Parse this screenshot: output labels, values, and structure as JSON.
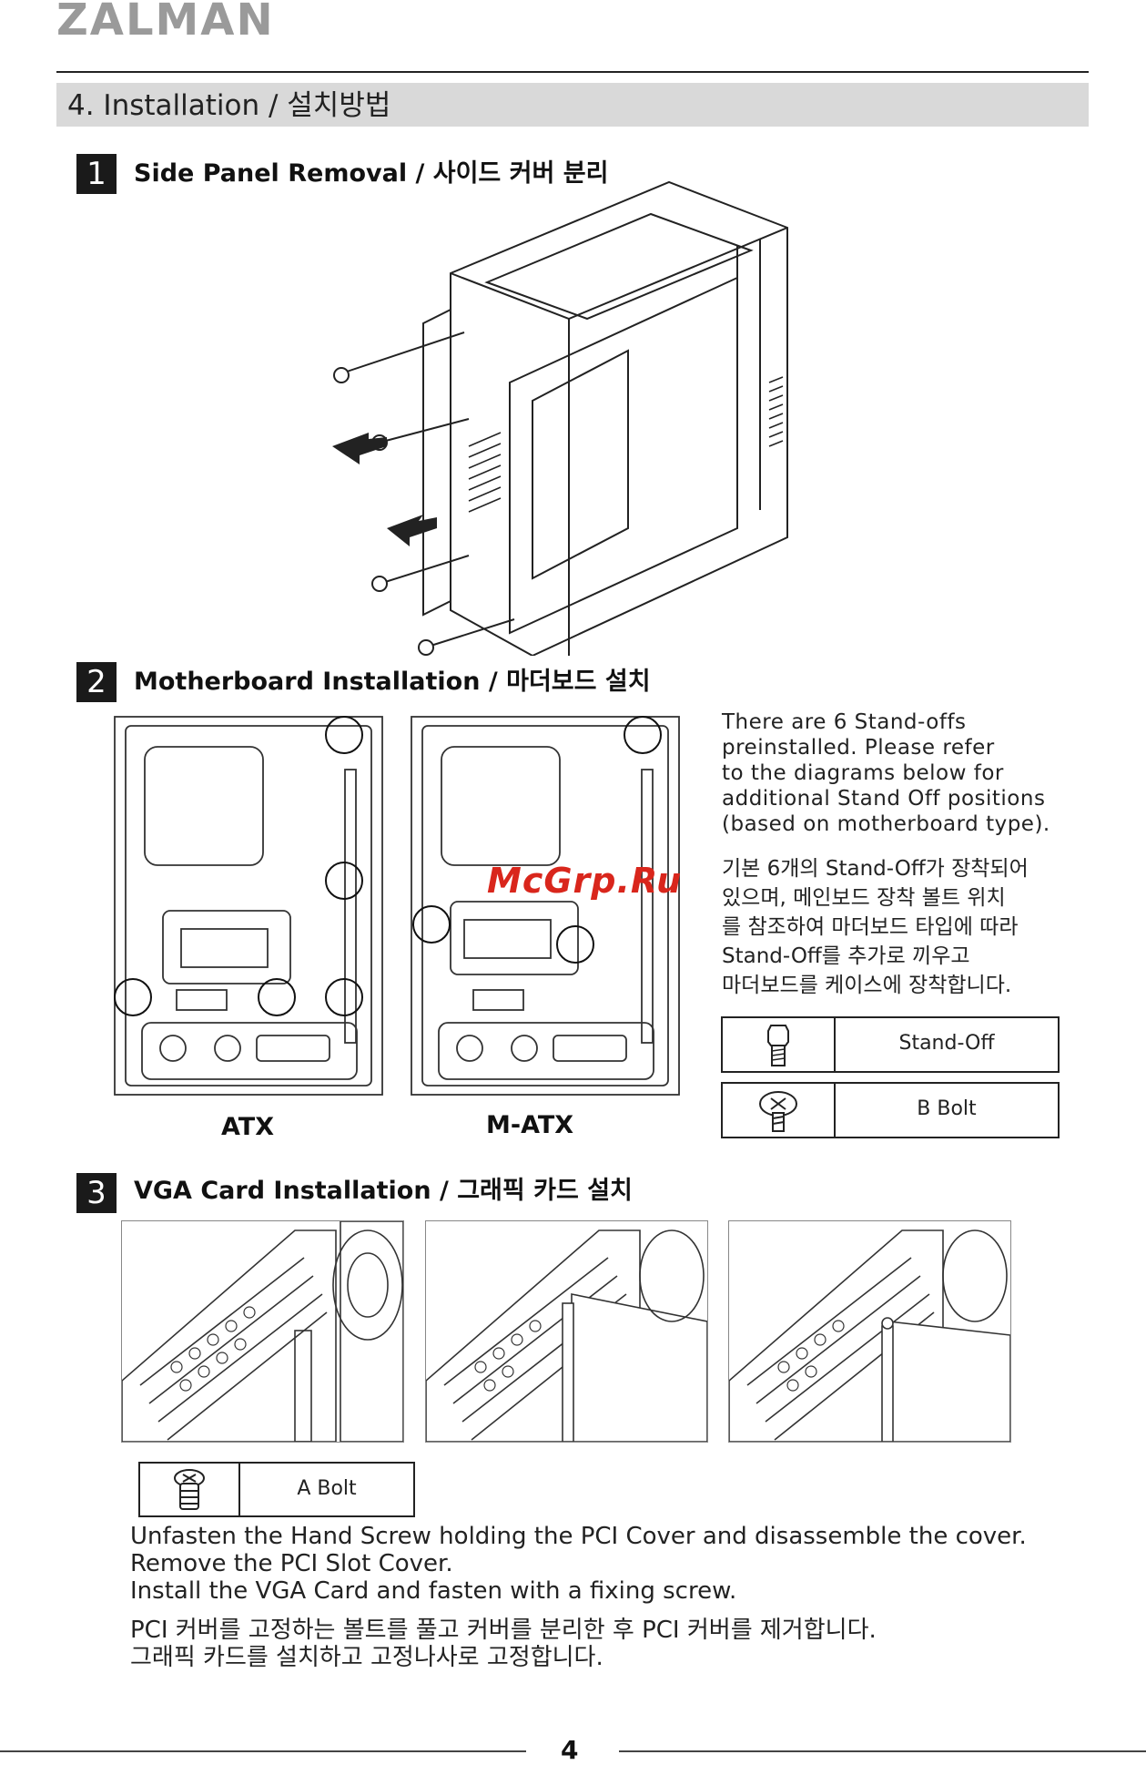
{
  "header": {
    "brand": "ZALMAN"
  },
  "section": {
    "title": "4. Installation / 설치방법"
  },
  "step1": {
    "number": "1",
    "title": "Side Panel Removal / 사이드 커버 분리"
  },
  "step2": {
    "number": "2",
    "title": "Motherboard Installation / 마더보드 설치",
    "caption_atx": "ATX",
    "caption_matx": "M-ATX",
    "desc_en": [
      "There are 6 Stand-offs",
      "preinstalled.  Please refer",
      "to the diagrams below for",
      "additional Stand Off positions",
      "(based on motherboard type)."
    ],
    "desc_ko": [
      "기본 6개의 Stand-Off가 장착되어",
      "있으며, 메인보드 장착 볼트 위치",
      "를 참조하여 마더보드 타입에 따라",
      "Stand-Off를 추가로 끼우고",
      "마더보드를 케이스에 장착합니다."
    ],
    "legend": [
      {
        "icon": "standoff-icon",
        "label": "Stand-Off"
      },
      {
        "icon": "b-bolt-icon",
        "label": "B Bolt"
      }
    ]
  },
  "watermark": "McGrp.Ru",
  "step3": {
    "number": "3",
    "title": "VGA Card Installation / 그래픽 카드 설치",
    "legend": {
      "icon": "a-bolt-icon",
      "label": "A Bolt"
    },
    "desc_en": [
      "Unfasten the Hand Screw holding the PCI Cover and disassemble the cover.",
      "Remove the PCI Slot Cover.",
      "Install the VGA Card and fasten with a fixing screw."
    ],
    "desc_ko": [
      "PCI 커버를 고정하는 볼트를 풀고 커버를 분리한 후 PCI 커버를 제거합니다.",
      "그래픽 카드를 설치하고 고정나사로 고정합니다."
    ]
  },
  "footer": {
    "page": "4"
  }
}
